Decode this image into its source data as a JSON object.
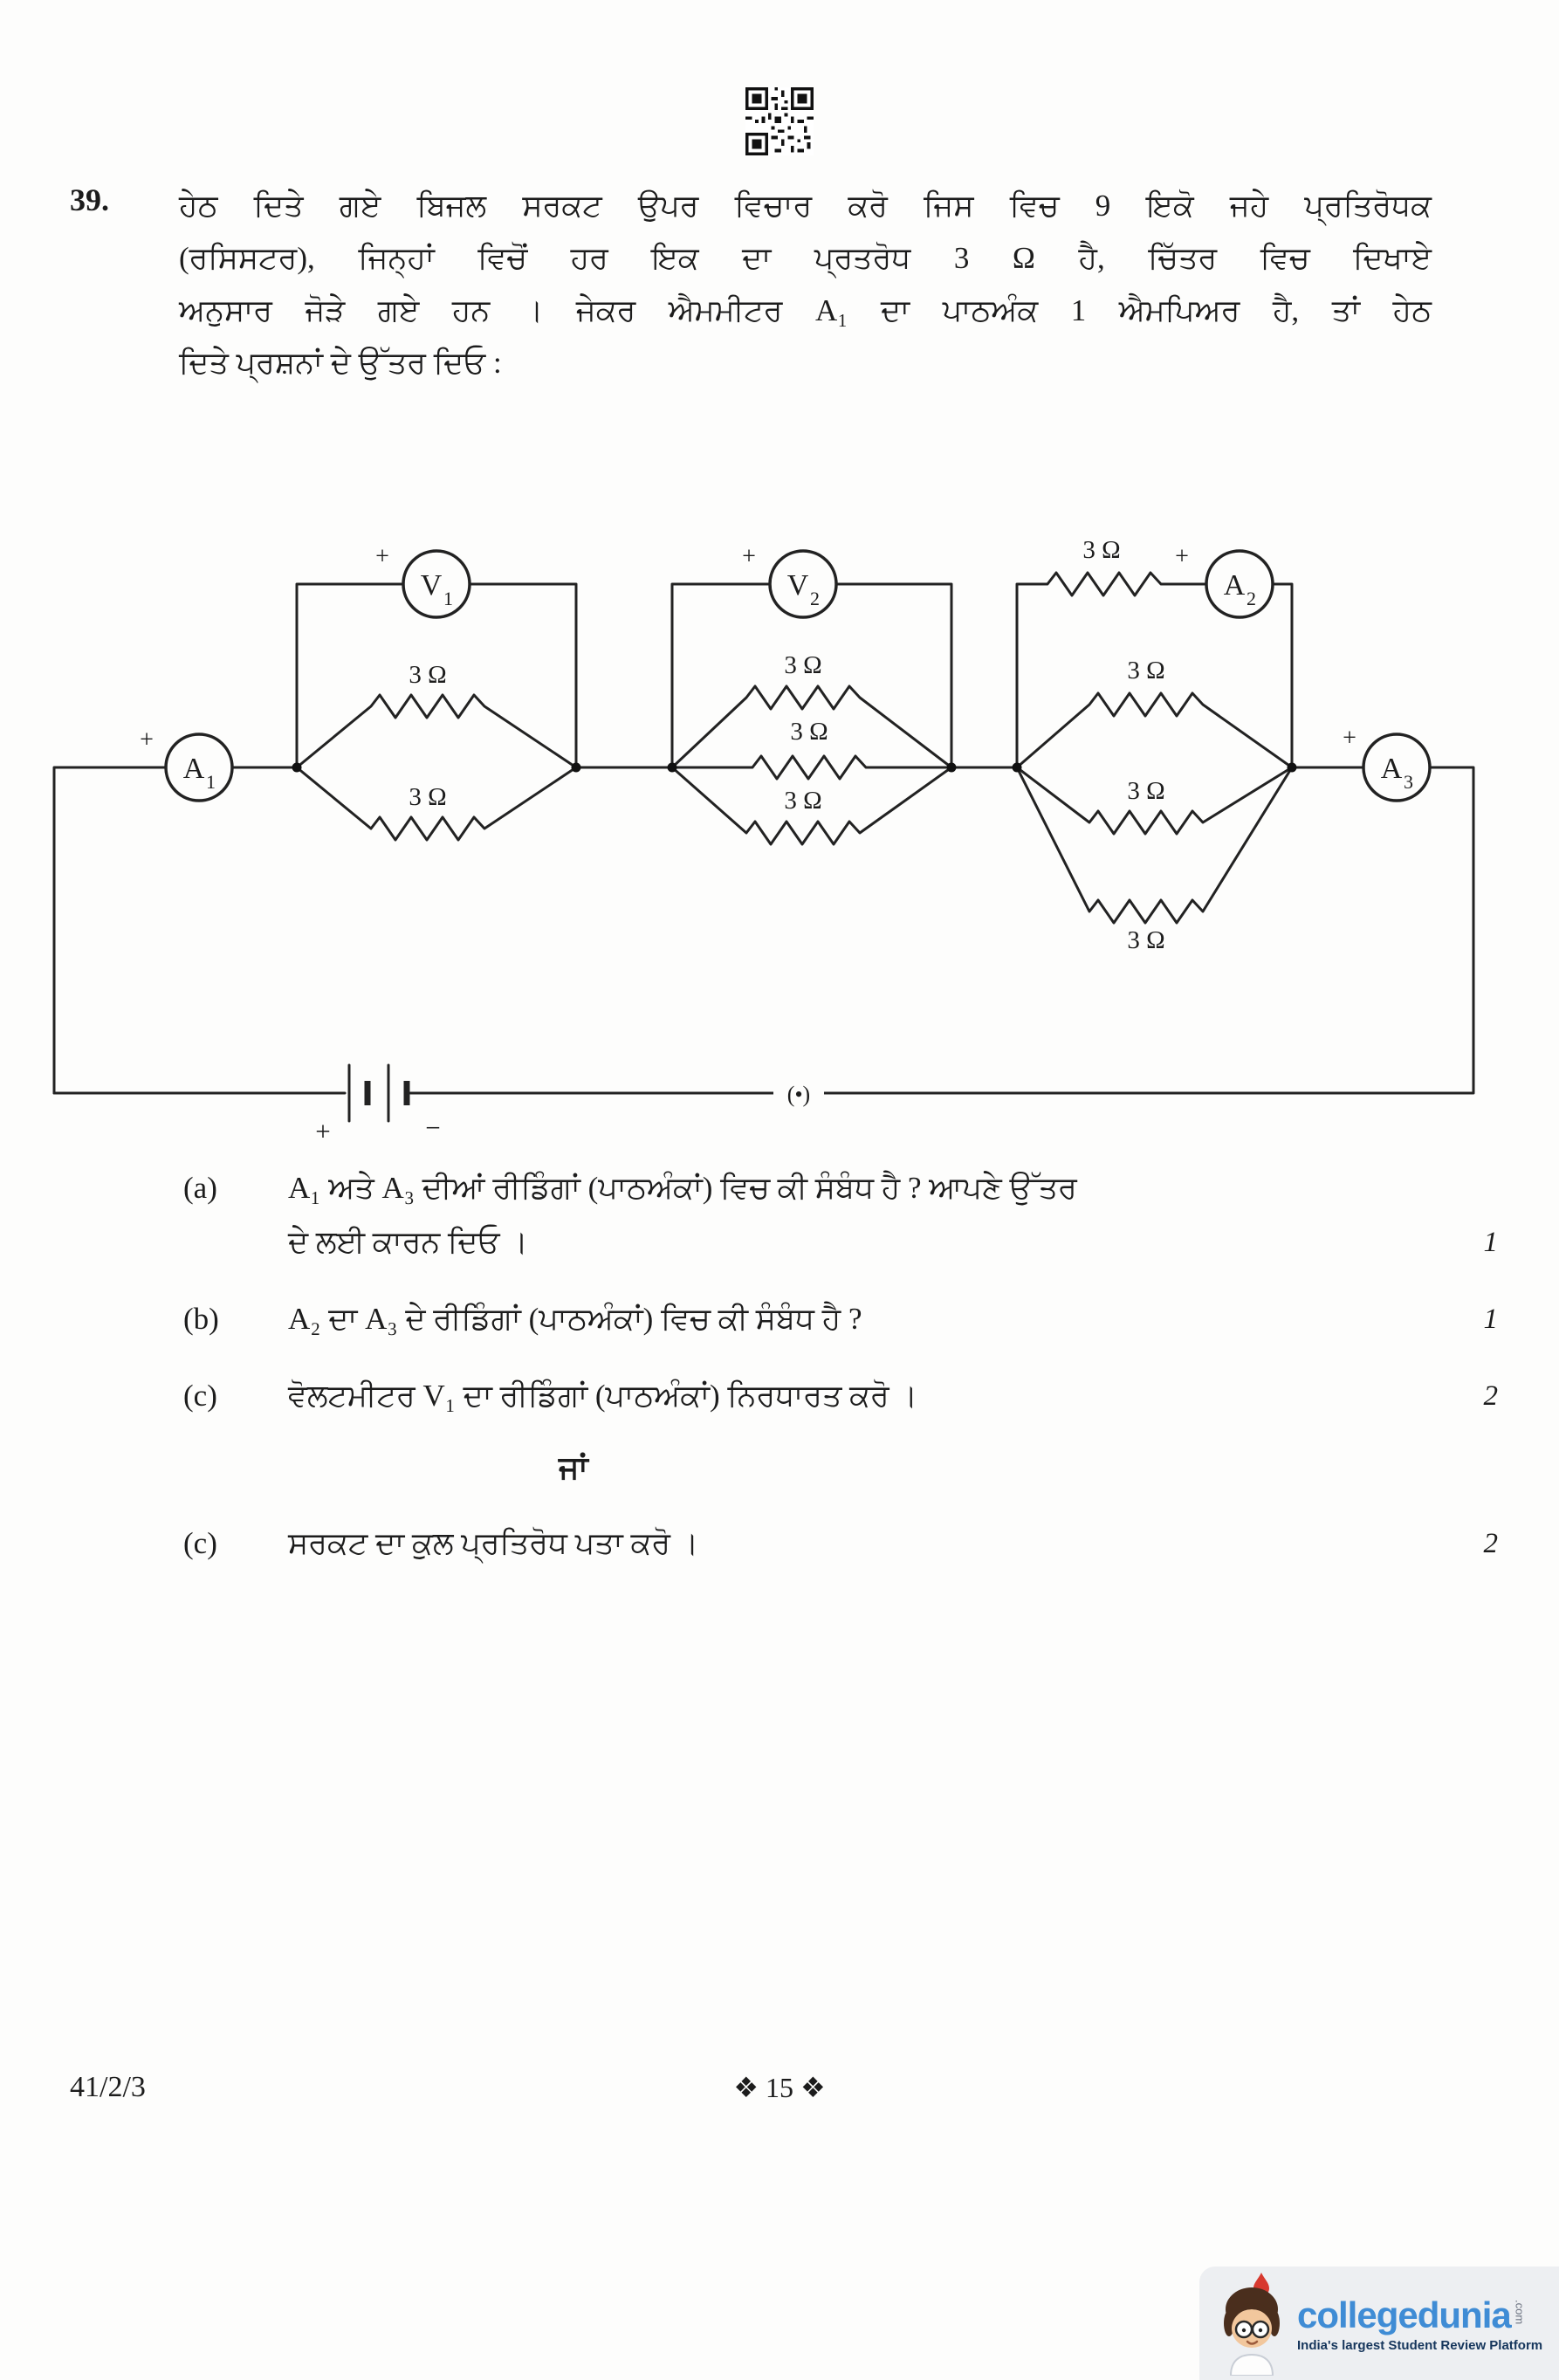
{
  "question": {
    "number": "39.",
    "lines": [
      "ਹੇਠ ਦਿਤੇ ਗਏ ਬਿਜਲ ਸਰਕਟ ਉਪਰ ਵਿਚਾਰ ਕਰੋ ਜਿਸ ਵਿਚ 9 ਇਕੋ ਜਹੇ ਪ੍ਰਤਿਰੋਧਕ",
      "(ਰਸਿਸਟਰ), ਜਿਨ੍ਹਾਂ ਵਿਚੋਂ ਹਰ ਇਕ ਦਾ ਪ੍ਰਤਰੋਧ 3 Ω ਹੈ, ਚਿੱਤਰ ਵਿਚ ਦਿਖਾਏ",
      "ਅਨੁਸਾਰ ਜੋੜੇ ਗਏ ਹਨ । ਜੇਕਰ ਐਮਮੀਟਰ A₁ ਦਾ ਪਾਠਅੰਕ 1 ਐਮਪਿਅਰ ਹੈ, ਤਾਂ ਹੇਠ",
      "ਦਿਤੇ ਪ੍ਰਸ਼ਨਾਂ ਦੇ ਉੱਤਰ ਦਿਓ :"
    ]
  },
  "circuit": {
    "meters": {
      "a1": {
        "base": "A",
        "sub": "1",
        "polarity": "+"
      },
      "a2": {
        "base": "A",
        "sub": "2",
        "polarity": "+"
      },
      "a3": {
        "base": "A",
        "sub": "3",
        "polarity": "+"
      },
      "v1": {
        "base": "V",
        "sub": "1",
        "polarity": "+"
      },
      "v2": {
        "base": "V",
        "sub": "2",
        "polarity": "+"
      }
    },
    "resistor_labels": [
      "3 Ω",
      "3 Ω",
      "3 Ω",
      "3 Ω",
      "3 Ω",
      "3 Ω",
      "3 Ω",
      "3 Ω",
      "3 Ω"
    ],
    "battery": {
      "plus": "+",
      "minus": "−"
    },
    "key_label": "(•)"
  },
  "sub_questions": [
    {
      "label": "(a)",
      "lines": [
        "A₁ ਅਤੇ A₃ ਦੀਆਂ ਰੀਡਿੰਗਾਂ (ਪਾਠਅੰਕਾਂ) ਵਿਚ ਕੀ ਸੰਬੰਧ ਹੈ ? ਆਪਣੇ ਉੱਤਰ",
        "ਦੇ ਲਈ ਕਾਰਨ ਦਿਓ ।"
      ],
      "marks": "1"
    },
    {
      "label": "(b)",
      "lines": [
        "A₂ ਦਾ A₃ ਦੇ ਰੀਡਿੰਗਾਂ (ਪਾਠਅੰਕਾਂ) ਵਿਚ ਕੀ ਸੰਬੰਧ ਹੈ ?"
      ],
      "marks": "1"
    },
    {
      "label": "(c)",
      "lines": [
        "ਵੋਲਟਮੀਟਰ V₁ ਦਾ ਰੀਡਿੰਗਾਂ (ਪਾਠਅੰਕਾਂ) ਨਿਰਧਾਰਤ ਕਰੋ ।"
      ],
      "marks": "2"
    },
    {
      "label": "(c)",
      "lines": [
        "ਸਰਕਟ ਦਾ ਕੁਲ ਪ੍ਰਤਿਰੋਧ ਪਤਾ ਕਰੋ ।"
      ],
      "marks": "2"
    }
  ],
  "or_label": "ਜਾਂ",
  "footer": {
    "code": "41/2/3",
    "page_display": "❖ 15 ❖"
  },
  "branding": {
    "name": "collegedunia",
    "suffix": ".com",
    "tagline": "India's largest Student Review Platform"
  }
}
